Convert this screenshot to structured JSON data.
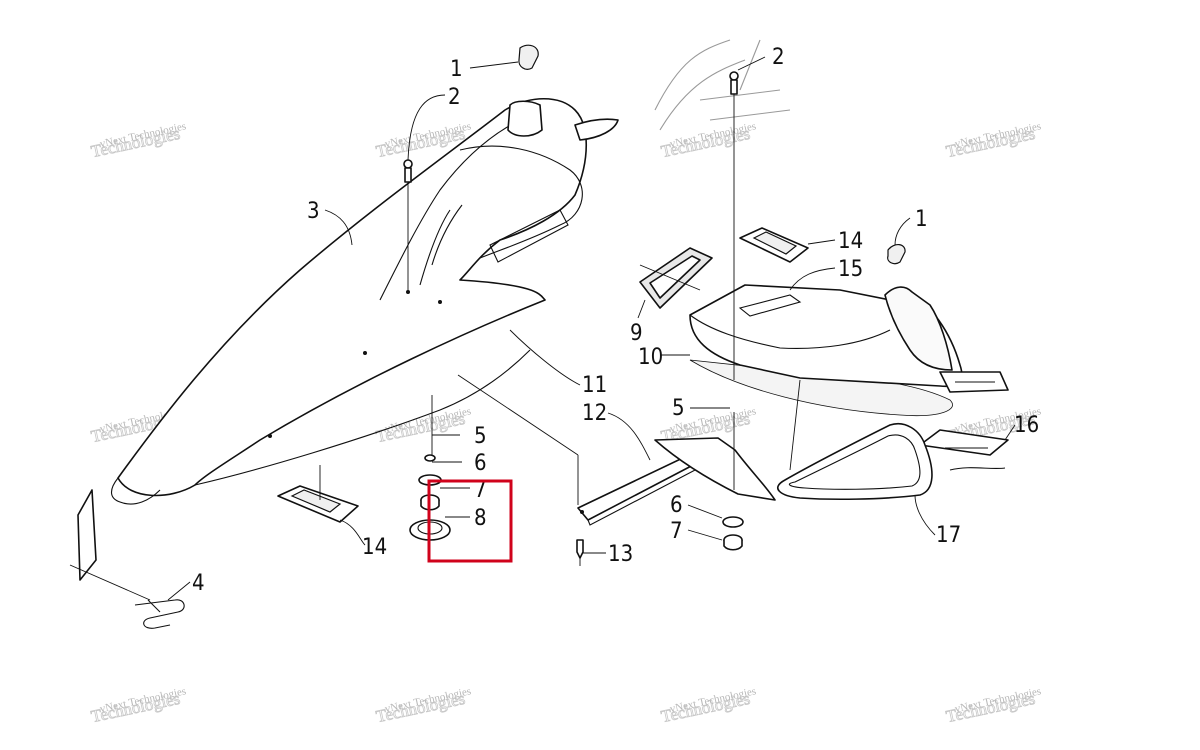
{
  "callouts": {
    "c1a": "1",
    "c2a": "2",
    "c3": "3",
    "c4": "4",
    "c5a": "5",
    "c6a": "6",
    "c7a": "7",
    "c8": "8",
    "c14a": "14",
    "c11": "11",
    "c12": "12",
    "c13": "13",
    "c2b": "2",
    "c1b": "1",
    "c14b": "14",
    "c15": "15",
    "c9": "9",
    "c10": "10",
    "c5b": "5",
    "c6b": "6",
    "c7b": "7",
    "c16": "16",
    "c17": "17"
  },
  "watermark": {
    "line1": "vNext Technologies",
    "line2": "Technologies"
  },
  "highlight": {
    "color": "#d0021b"
  }
}
